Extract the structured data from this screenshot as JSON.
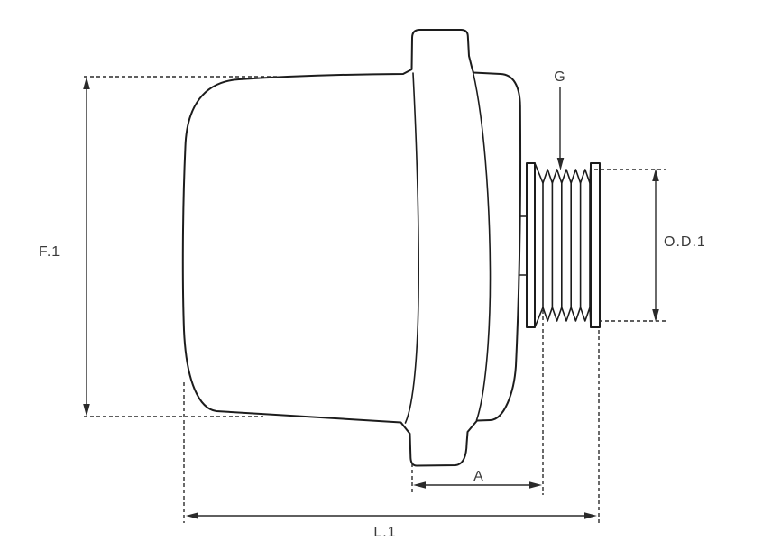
{
  "diagram": {
    "kind": "technical-dimension-drawing",
    "labels": {
      "f1": "F.1",
      "g": "G",
      "od1": "O.D.1",
      "a": "A",
      "l1": "L.1"
    },
    "colors": {
      "background": "#ffffff",
      "outline": "#1c1c1c",
      "dimension_lines": "#2a2a2a",
      "label_text": "#3a3a3a"
    }
  }
}
